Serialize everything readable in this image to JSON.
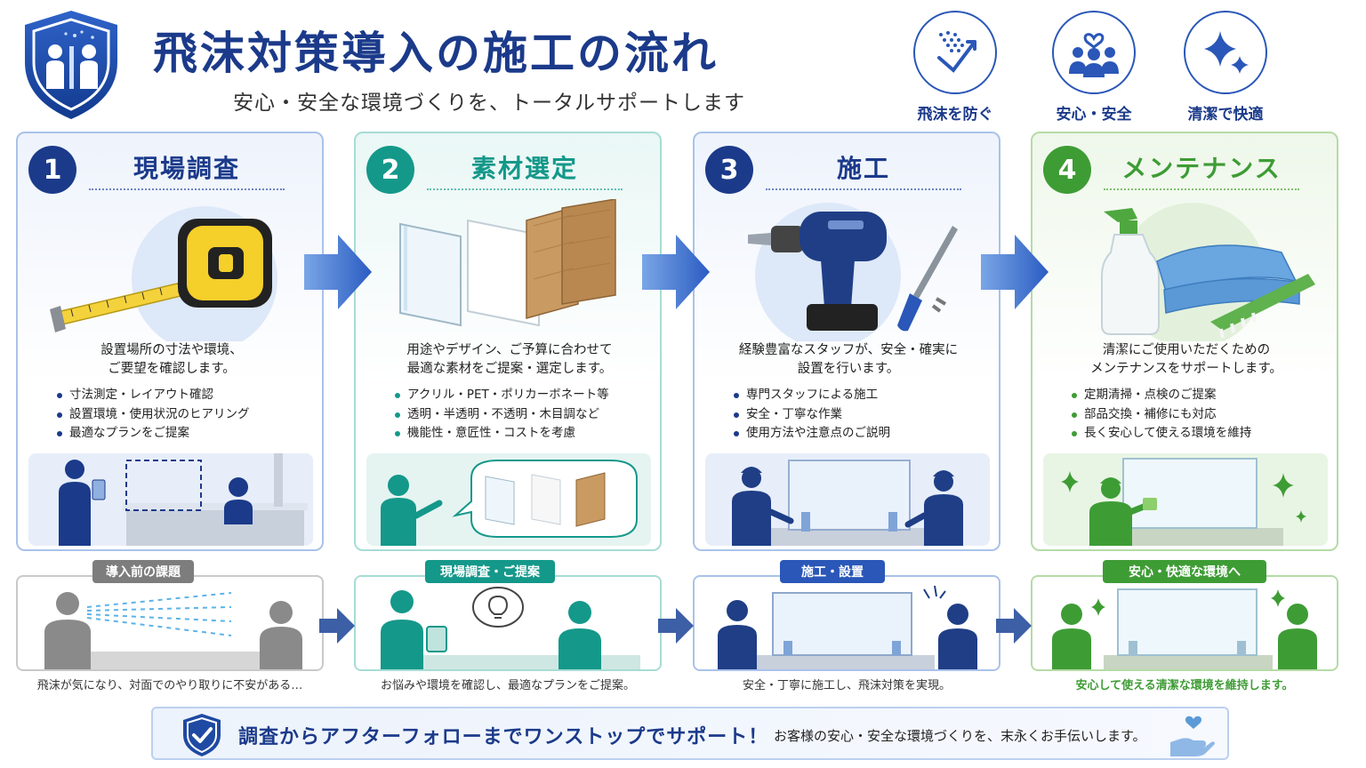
{
  "header": {
    "title": "飛沫対策導入の施工の流れ",
    "subtitle": "安心・安全な環境づくりを、トータルサポートします"
  },
  "badges": [
    {
      "label": "飛沫を防ぐ",
      "icon": "droplet-shield-icon"
    },
    {
      "label": "安心・安全",
      "icon": "people-heart-icon"
    },
    {
      "label": "清潔で快適",
      "icon": "sparkle-icon"
    }
  ],
  "steps": [
    {
      "number": "1",
      "title": "現場調査",
      "desc1": "設置場所の寸法や環境、",
      "desc2": "ご要望を確認します。",
      "bullets": [
        "寸法測定・レイアウト確認",
        "設置環境・使用状況のヒアリング",
        "最適なプランをご提案"
      ]
    },
    {
      "number": "2",
      "title": "素材選定",
      "desc1": "用途やデザイン、ご予算に合わせて",
      "desc2": "最適な素材をご提案・選定します。",
      "bullets": [
        "アクリル・PET・ポリカーボネート等",
        "透明・半透明・不透明・木目調など",
        "機能性・意匠性・コストを考慮"
      ]
    },
    {
      "number": "3",
      "title": "施工",
      "desc1": "経験豊富なスタッフが、安全・確実に",
      "desc2": "設置を行います。",
      "bullets": [
        "専門スタッフによる施工",
        "安全・丁寧な作業",
        "使用方法や注意点のご説明"
      ]
    },
    {
      "number": "4",
      "title": "メンテナンス",
      "desc1": "清潔にご使用いただくための",
      "desc2": "メンテナンスをサポートします。",
      "bullets": [
        "定期清掃・点検のご提案",
        "部品交換・補修にも対応",
        "長く安心して使える環境を維持"
      ]
    }
  ],
  "bottom": [
    {
      "tag": "導入前の課題",
      "caption": "飛沫が気になり、対面でのやり取りに不安がある…"
    },
    {
      "tag": "現場調査・ご提案",
      "caption": "お悩みや環境を確認し、最適なプランをご提案。"
    },
    {
      "tag": "施工・設置",
      "caption": "安全・丁寧に施工し、飛沫対策を実現。"
    },
    {
      "tag": "安心・快適な環境へ",
      "caption": "安心して使える清潔な環境を維持します。"
    }
  ],
  "banner": {
    "main": "調査からアフターフォローまでワンストップでサポート！",
    "sub": "お客様の安心・安全な環境づくりを、末永くお手伝いします。"
  },
  "colors": {
    "navy": "#1b3a8a",
    "teal": "#14988a",
    "green": "#3e9c35",
    "blue": "#2a57b8",
    "gray": "#7d7d7d"
  }
}
